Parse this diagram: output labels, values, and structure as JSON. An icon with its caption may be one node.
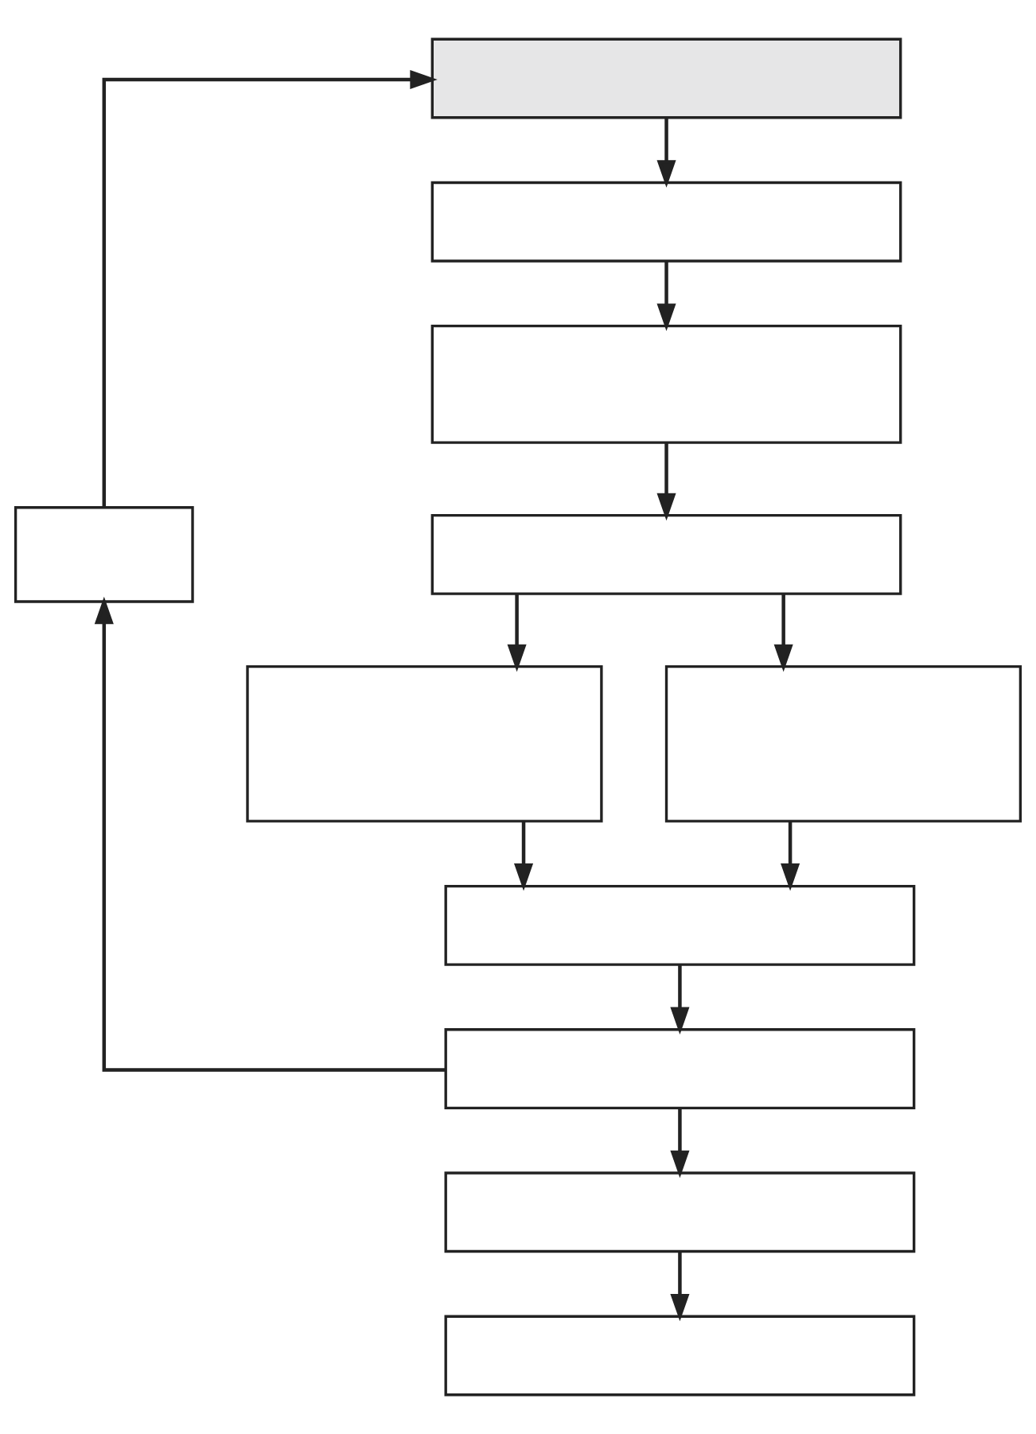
{
  "diagram": {
    "nodes": [
      {
        "text": [],
        "shape": "box"
      },
      {
        "text": [],
        "shape": "box"
      },
      {
        "text": [],
        "shape": "box"
      },
      {
        "text": [],
        "shape": "box"
      },
      {
        "text": [],
        "shape": "box"
      },
      {
        "text": [],
        "shape": "box"
      },
      {
        "text": [],
        "shape": "box"
      },
      {
        "text": [],
        "shape": "box"
      },
      {
        "text": [],
        "shape": "box"
      },
      {
        "text": [],
        "shape": "box"
      },
      {
        "text": [],
        "shape": "box"
      }
    ],
    "edges": [
      {
        "from": 0,
        "to": 1,
        "arrow": "to"
      },
      {
        "from": 1,
        "to": 2,
        "arrow": "to"
      },
      {
        "from": 2,
        "to": 3,
        "arrow": "to"
      },
      {
        "from": 3,
        "to": 5,
        "arrow": "to"
      },
      {
        "from": 3,
        "to": 6,
        "arrow": "to"
      },
      {
        "from": 5,
        "to": 7,
        "arrow": "to"
      },
      {
        "from": 6,
        "to": 7,
        "arrow": "to"
      },
      {
        "from": 7,
        "to": 8,
        "arrow": "to"
      },
      {
        "from": 8,
        "to": 4,
        "arrow": "to"
      },
      {
        "from": 4,
        "to": 0,
        "arrow": "to"
      },
      {
        "from": 8,
        "to": 9,
        "arrow": "to"
      },
      {
        "from": 9,
        "to": 10,
        "arrow": "to"
      }
    ]
  }
}
